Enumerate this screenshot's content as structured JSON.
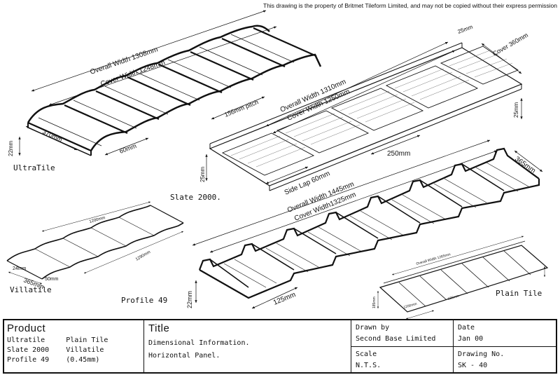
{
  "notice": "This drawing is the property of Britmet Tileform Limited, and may not be copied without their express permission",
  "ultratile": {
    "label": "UltraTile",
    "overall_width": "Overall Width 1308mm",
    "cover_width": "Cover Width 1248mm",
    "pitch": "156mm pitch",
    "depth": "370mm",
    "height": "22mm",
    "lap": "60mm"
  },
  "slate": {
    "label": "Slate 2000.",
    "overall_width": "Overall Width 1310mm",
    "cover_width": "Cover Width 1250mm",
    "side_lap": "Side Lap 60mm",
    "panel": "250mm",
    "cover": "Cover 360mm",
    "top": "25mm",
    "right_h": "25mm",
    "left_h": "25mm"
  },
  "profile49": {
    "label": "Profile 49",
    "overall_width": "Overall Width 1445mm",
    "cover_width": "Cover Width1325mm",
    "depth": "365mm",
    "height": "22mm",
    "pitch": "125mm"
  },
  "villatile": {
    "label": "Villatile",
    "dim_a": "1200mm",
    "dim_b": "1290mm",
    "depth": "365mm",
    "height": "24mm",
    "lap": "50mm"
  },
  "plaintile": {
    "label": "Plain Tile",
    "overall": "Overall Width 1285mm",
    "dim_a": "1200mm",
    "dim_b": "165mm",
    "dim_c": "185mm"
  },
  "title_block": {
    "product_heading": "Product",
    "products_col1": [
      "Ultratile",
      "Slate 2000",
      "Profile 49"
    ],
    "products_col2": [
      "Plain Tile",
      "Villatile",
      "(0.45mm)"
    ],
    "title_heading": "Title",
    "title_lines": [
      "Dimensional Information.",
      "Horizontal Panel."
    ],
    "drawn_by_heading": "Drawn by",
    "drawn_by": "Second Base Limited",
    "scale_heading": "Scale",
    "scale": "N.T.S.",
    "date_heading": "Date",
    "date": "Jan 00",
    "drawing_no_heading": "Drawing No.",
    "drawing_no": "SK - 40"
  }
}
